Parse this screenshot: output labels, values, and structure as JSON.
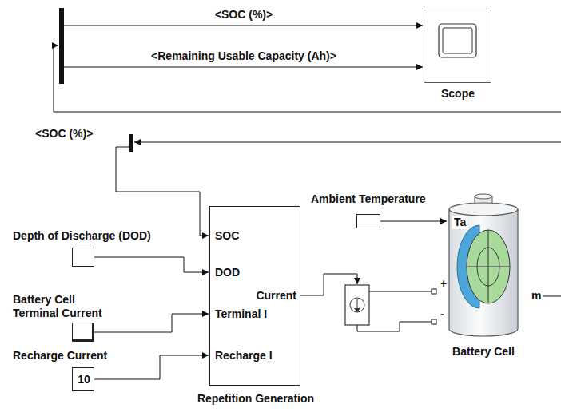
{
  "diagram": {
    "nodes": [
      {
        "text": [
          "Scope"
        ]
      },
      {
        "text": [
          "Depth of Discharge (DOD)"
        ]
      },
      {
        "text": [
          "Battery Cell Terminal Current"
        ]
      },
      {
        "text": [
          "Recharge Current",
          "10"
        ]
      },
      {
        "text": [
          "SOC",
          "DOD",
          "Terminal I",
          "Recharge I",
          "Current",
          "Repetition Generation"
        ]
      },
      {
        "text": [
          "Ambient Temperature"
        ]
      },
      {
        "text": [
          "Battery Cell"
        ]
      }
    ],
    "edges": [
      {
        "from": 1,
        "to": 4,
        "arrow": "to"
      },
      {
        "from": 2,
        "to": 4,
        "arrow": "to"
      },
      {
        "from": 3,
        "to": 4,
        "arrow": "to"
      },
      {
        "from": 5,
        "to": 6,
        "arrow": "to"
      }
    ],
    "labels": [
      "<SOC (%)>",
      "<Remaining Usable Capacity (Ah)>",
      "<SOC (%)>",
      "Ta",
      "+",
      "-",
      "m"
    ]
  }
}
